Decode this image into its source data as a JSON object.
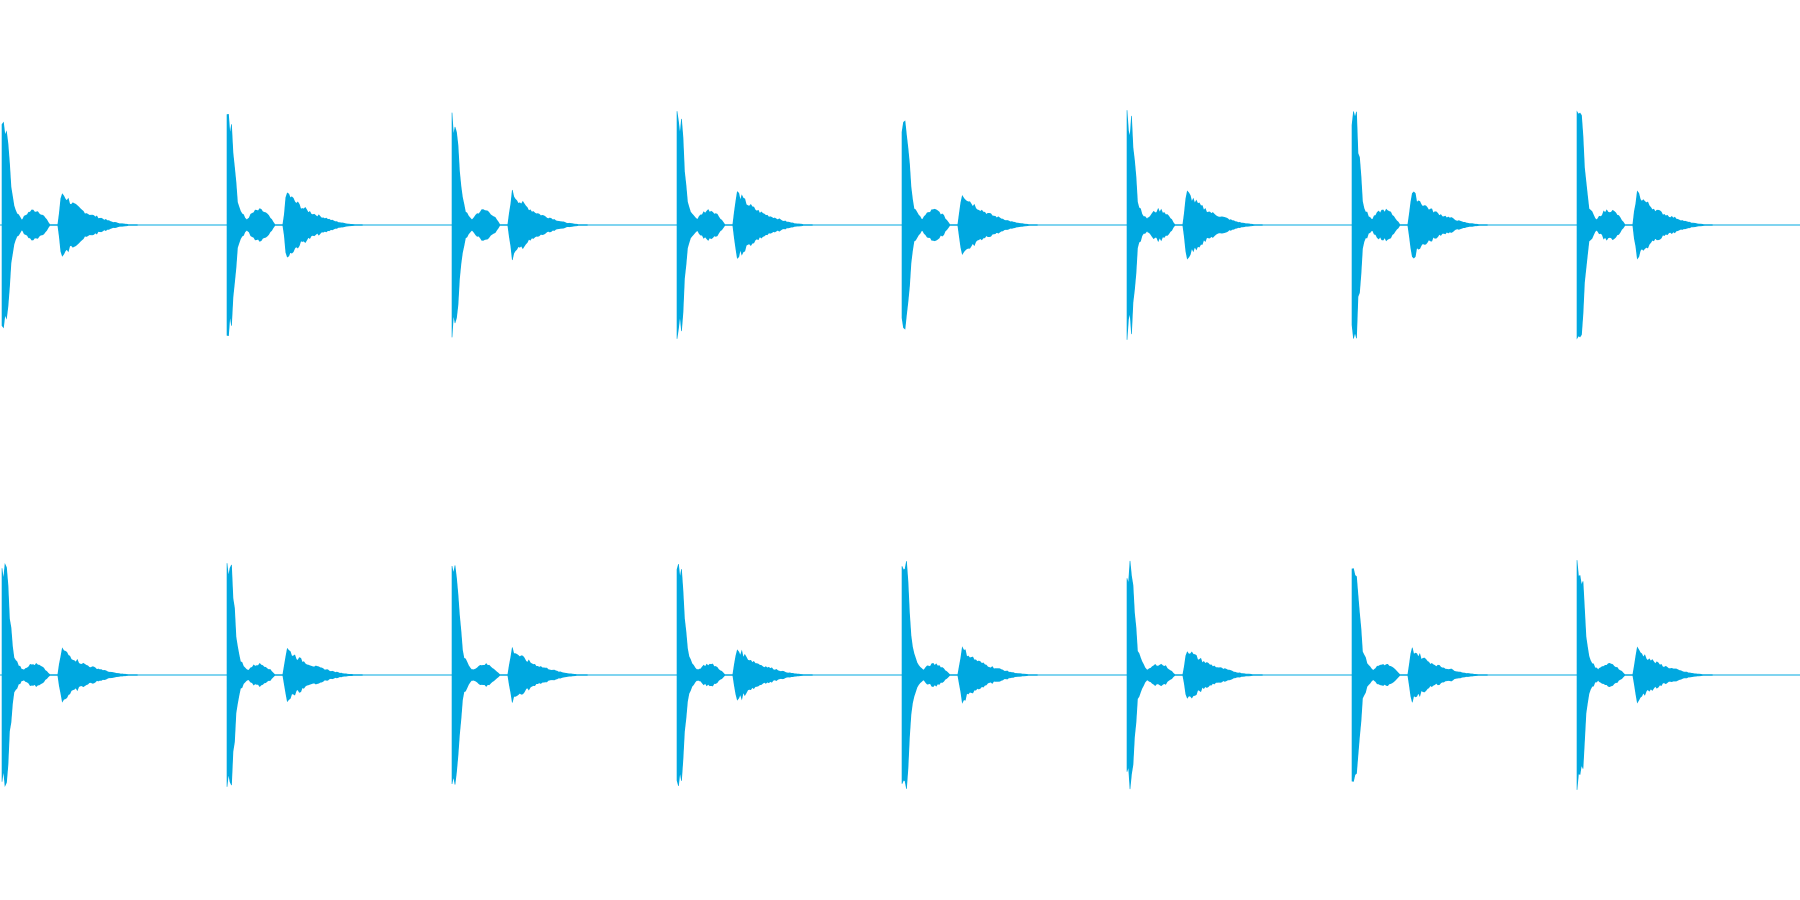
{
  "chart_data": {
    "type": "area",
    "title": "",
    "xlabel": "",
    "ylabel": "",
    "grid": false,
    "legend": "none",
    "color": "#00a8e0",
    "background": "#ffffff",
    "x_range": [
      0,
      1
    ],
    "y_range": [
      -1,
      1
    ],
    "channels": [
      {
        "name": "",
        "beat_onsets": [
          0.0,
          0.125,
          0.25,
          0.375,
          0.5,
          0.625,
          0.75,
          0.875
        ],
        "hits": [
          {
            "offset": 0.0,
            "peak": 0.98,
            "decay": 0.4
          },
          {
            "offset": 0.009,
            "peak": 0.18,
            "decay": 0.35
          },
          {
            "offset": 0.031,
            "peak": 0.36,
            "decay": 0.26
          }
        ]
      },
      {
        "name": "",
        "beat_onsets": [
          0.0,
          0.125,
          0.25,
          0.375,
          0.5,
          0.625,
          0.75,
          0.875
        ],
        "hits": [
          {
            "offset": 0.0,
            "peak": 1.0,
            "decay": 0.3
          },
          {
            "offset": 0.009,
            "peak": 0.13,
            "decay": 0.35
          },
          {
            "offset": 0.031,
            "peak": 0.29,
            "decay": 0.3
          }
        ]
      }
    ]
  }
}
